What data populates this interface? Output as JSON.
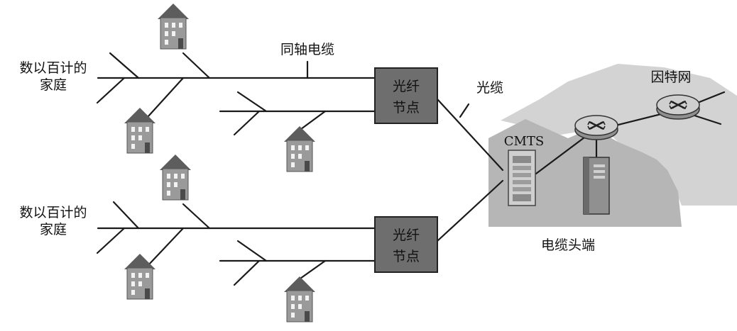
{
  "labels": {
    "homes_top": [
      "数以百计的",
      "家庭"
    ],
    "homes_bottom": [
      "数以百计的",
      "家庭"
    ],
    "coax": "同轴电缆",
    "fiber_cable": "光缆",
    "fiber_node_top": [
      "光纤",
      "节点"
    ],
    "fiber_node_bottom": [
      "光纤",
      "节点"
    ],
    "cmts": "CMTS",
    "internet": "因特网",
    "cable_headend": "电缆头端"
  },
  "colors": {
    "fiber_node_fill": "#6e6e6e",
    "headend_fill": "#b9b9b9",
    "cloud_fill": "#cfcfcf",
    "router_fill": "#bdbdbd",
    "house_wall": "#9a9a9a",
    "house_roof": "#5d5d5d"
  }
}
